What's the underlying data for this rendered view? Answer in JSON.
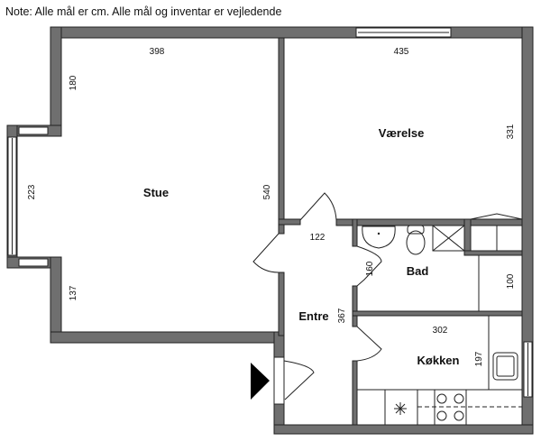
{
  "note": "Note: Alle mål er cm. Alle mål og inventar er vejledende",
  "rooms": {
    "stue": "Stue",
    "vaerelse": "Værelse",
    "entre": "Entre",
    "bad": "Bad",
    "koekken": "Køkken"
  },
  "dimensions": {
    "stue_width": "398",
    "stue_upper_depth": "180",
    "stue_bay": "223",
    "stue_lower_depth": "137",
    "stue_length": "540",
    "vaerelse_width": "435",
    "vaerelse_depth": "331",
    "entre_width": "122",
    "entre_length": "367",
    "bad_door": "160",
    "closet": "100",
    "koekken_width": "302",
    "koekken_depth": "197"
  },
  "colors": {
    "wall": "#6f6f6f",
    "outline": "#222222"
  }
}
